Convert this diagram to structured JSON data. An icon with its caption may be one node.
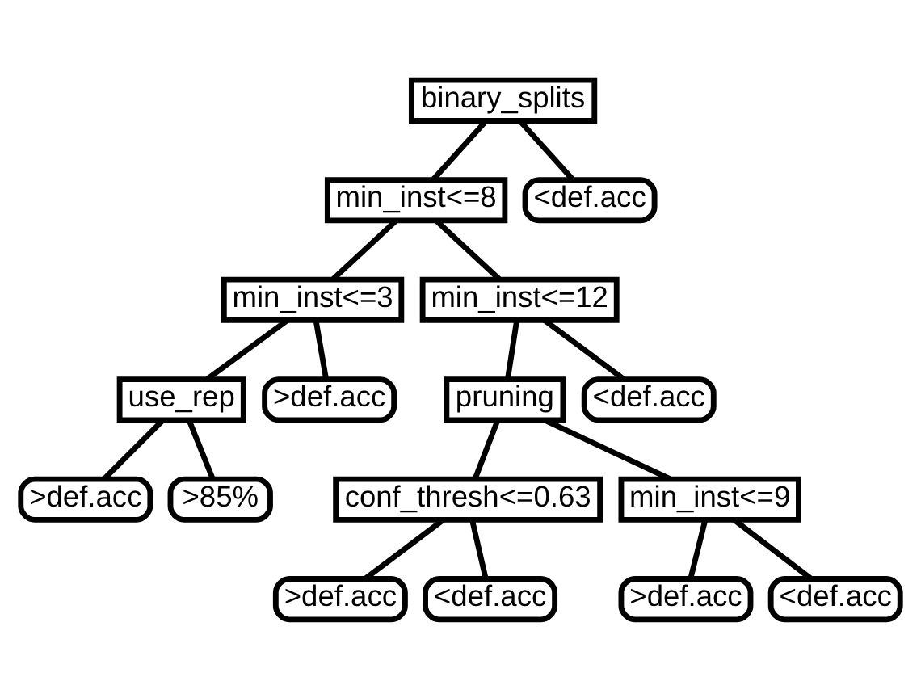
{
  "diagram": {
    "nodes": [
      {
        "text": [
          "binary_splits"
        ]
      },
      {
        "text": [
          "min_inst<=8"
        ]
      },
      {
        "text": [
          "<def.acc"
        ]
      },
      {
        "text": [
          "min_inst<=3"
        ]
      },
      {
        "text": [
          "min_inst<=12"
        ]
      },
      {
        "text": [
          "use_rep"
        ]
      },
      {
        "text": [
          ">def.acc"
        ]
      },
      {
        "text": [
          "pruning"
        ]
      },
      {
        "text": [
          "<def.acc"
        ]
      },
      {
        "text": [
          ">def.acc"
        ]
      },
      {
        "text": [
          ">85%"
        ]
      },
      {
        "text": [
          "conf_thresh<=0.63"
        ]
      },
      {
        "text": [
          "min_inst<=9"
        ]
      },
      {
        "text": [
          ">def.acc"
        ]
      },
      {
        "text": [
          "<def.acc"
        ]
      },
      {
        "text": [
          ">def.acc"
        ]
      },
      {
        "text": [
          "<def.acc"
        ]
      }
    ],
    "edges": [
      {
        "from": 0,
        "to": 1,
        "arrow": "none"
      },
      {
        "from": 0,
        "to": 2,
        "arrow": "none"
      },
      {
        "from": 1,
        "to": 3,
        "arrow": "none"
      },
      {
        "from": 1,
        "to": 4,
        "arrow": "none"
      },
      {
        "from": 3,
        "to": 5,
        "arrow": "none"
      },
      {
        "from": 3,
        "to": 6,
        "arrow": "none"
      },
      {
        "from": 4,
        "to": 7,
        "arrow": "none"
      },
      {
        "from": 4,
        "to": 8,
        "arrow": "none"
      },
      {
        "from": 5,
        "to": 9,
        "arrow": "none"
      },
      {
        "from": 5,
        "to": 10,
        "arrow": "none"
      },
      {
        "from": 7,
        "to": 11,
        "arrow": "none"
      },
      {
        "from": 7,
        "to": 12,
        "arrow": "none"
      },
      {
        "from": 11,
        "to": 13,
        "arrow": "none"
      },
      {
        "from": 11,
        "to": 14,
        "arrow": "none"
      },
      {
        "from": 12,
        "to": 15,
        "arrow": "none"
      },
      {
        "from": 12,
        "to": 16,
        "arrow": "none"
      }
    ]
  }
}
